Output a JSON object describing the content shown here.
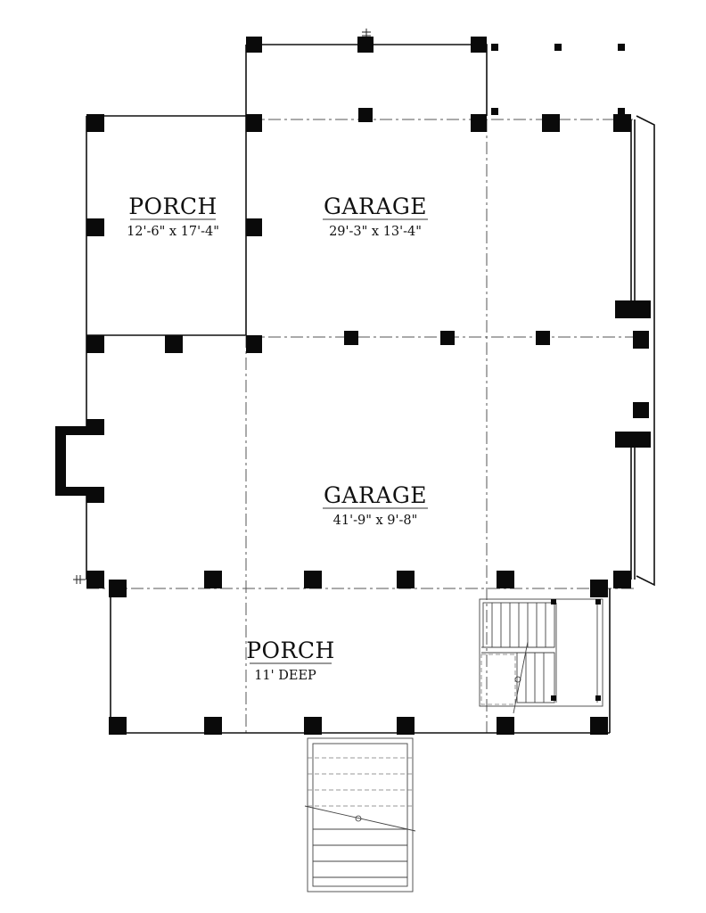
{
  "rooms": [
    {
      "id": "porch-west",
      "name": "PORCH",
      "dims": "12'-6\" x 17'-4\""
    },
    {
      "id": "garage-north",
      "name": "GARAGE",
      "dims": "29'-3\" x 13'-4\""
    },
    {
      "id": "garage-main",
      "name": "GARAGE",
      "dims": "41'-9\" x 9'-8\""
    },
    {
      "id": "porch-south",
      "name": "PORCH",
      "dims": "11' DEEP"
    }
  ]
}
